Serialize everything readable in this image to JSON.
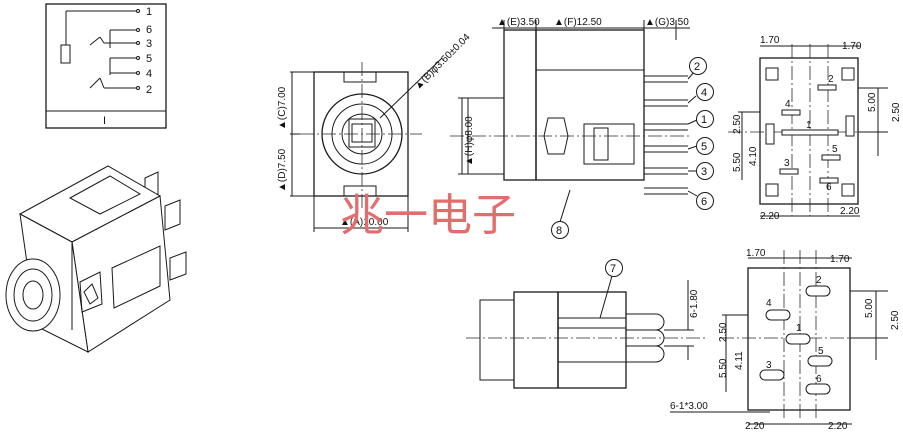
{
  "schematic": {
    "pins": [
      "1",
      "6",
      "3",
      "5",
      "4",
      "2"
    ],
    "label": "I"
  },
  "front_view": {
    "dim_a": "▲(A)10.00",
    "dim_b": "▲(B)φ3.60±0.04",
    "dim_c": "▲(C)7.00",
    "dim_d": "▲(D)7.50"
  },
  "side_view": {
    "dim_e": "▲(E)3.50",
    "dim_f": "▲(F)12.50",
    "dim_g": "▲(G)3.50",
    "dim_h": "▲(H)φ8.00",
    "pin_callouts": [
      "2",
      "4",
      "1",
      "5",
      "3",
      "6",
      "8"
    ]
  },
  "bottom_view": {
    "callout": "7",
    "dim_pins": "6-1.80",
    "dim_slots": "6-1*3.00"
  },
  "footprint_top": {
    "dims": [
      "1.70",
      "1.70",
      "2.50",
      "5.00",
      "2.50",
      "5.50",
      "4.10",
      "2.20",
      "2.20"
    ],
    "pad_labels": [
      "2",
      "4",
      "1",
      "5",
      "3",
      "6"
    ]
  },
  "footprint_bottom": {
    "dims": [
      "1.70",
      "1.70",
      "2.50",
      "5.00",
      "2.50",
      "5.50",
      "4.11",
      "2.20",
      "2.20"
    ],
    "pad_labels": [
      "2",
      "4",
      "1",
      "5",
      "3",
      "6"
    ]
  },
  "watermark": "兆一电子"
}
